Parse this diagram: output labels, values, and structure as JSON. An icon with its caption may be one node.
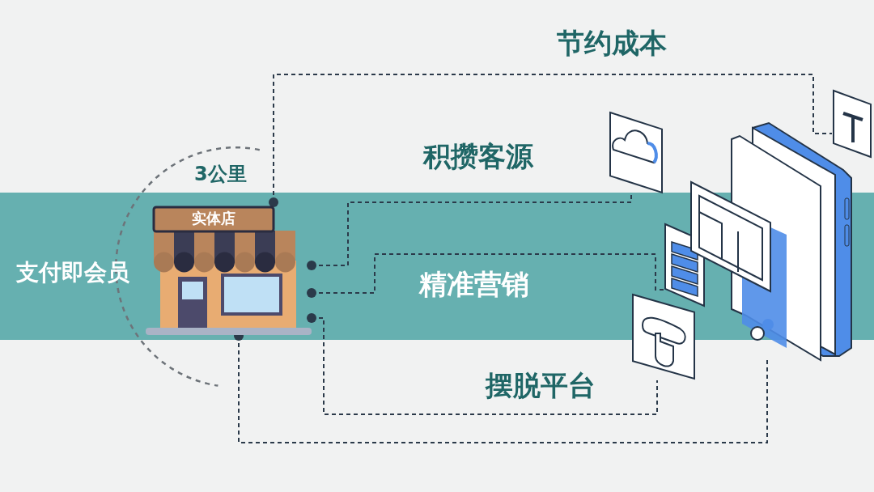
{
  "diagram": {
    "nodes": [
      {
        "text": [
          "实体店"
        ],
        "beside": [
          "3公里",
          "支付即会员"
        ]
      },
      {
        "text": [],
        "shape": "picture"
      },
      {
        "text": [],
        "shape": "picture"
      },
      {
        "text": [],
        "shape": "picture"
      },
      {
        "text": [],
        "shape": "picture"
      },
      {
        "text": [],
        "shape": "picture"
      }
    ],
    "edges": [
      {
        "from": 0,
        "to": 1,
        "arrow": "other",
        "style": "dashed"
      },
      {
        "from": 0,
        "to": 2,
        "arrow": "other",
        "style": "dashed"
      },
      {
        "from": 0,
        "to": 3,
        "arrow": "other",
        "style": "dashed"
      },
      {
        "from": 0,
        "to": 4,
        "arrow": "other",
        "style": "dashed"
      },
      {
        "from": 0,
        "to": 5,
        "arrow": "other",
        "style": "dashed"
      }
    ],
    "labels": [
      "节约成本",
      "积攒客源",
      "精准营销",
      "摆脱平台"
    ]
  }
}
